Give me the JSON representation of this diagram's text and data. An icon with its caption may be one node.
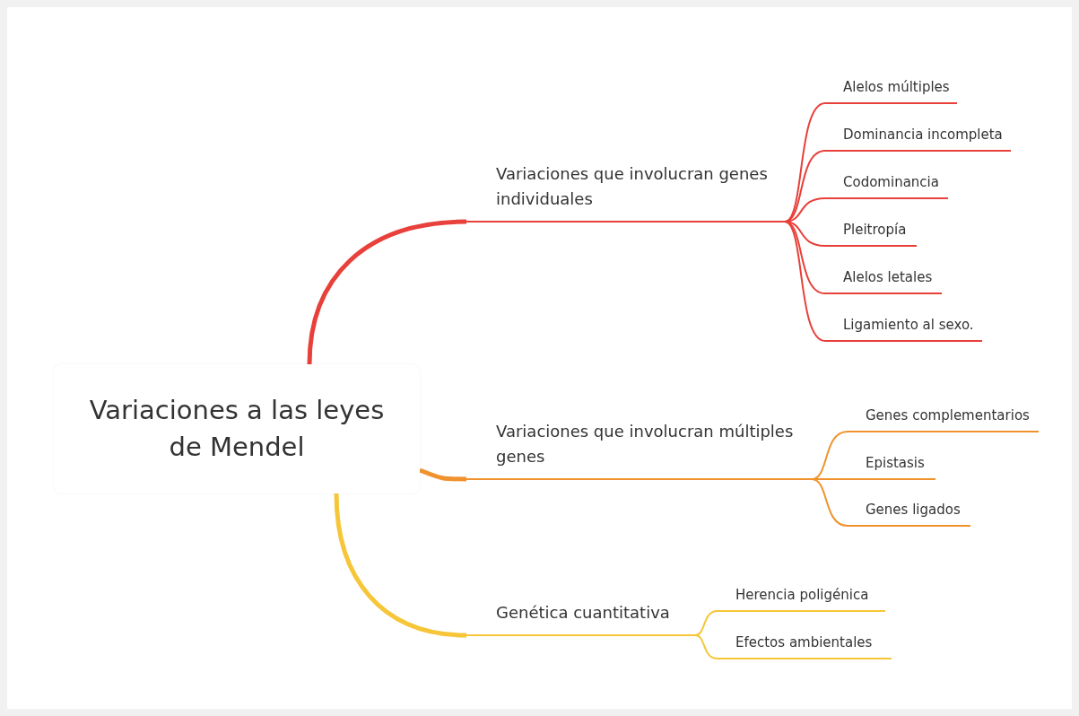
{
  "diagram": {
    "nodes": [
      {
        "text": [
          "Variaciones a las leyes de Mendel"
        ]
      },
      {
        "text": [
          "Variaciones que involucran genes individuales"
        ]
      },
      {
        "text": [
          "Variaciones que involucran múltiples genes"
        ]
      },
      {
        "text": [
          "Genética cuantitativa"
        ]
      },
      {
        "text": [
          "Alelos múltiples"
        ]
      },
      {
        "text": [
          "Dominancia incompleta"
        ]
      },
      {
        "text": [
          "Codominancia"
        ]
      },
      {
        "text": [
          "Pleitropía"
        ]
      },
      {
        "text": [
          "Alelos letales"
        ]
      },
      {
        "text": [
          "Ligamiento al sexo."
        ]
      },
      {
        "text": [
          "Genes complementarios"
        ]
      },
      {
        "text": [
          "Epistasis"
        ]
      },
      {
        "text": [
          "Genes ligados"
        ]
      },
      {
        "text": [
          "Herencia poligénica"
        ]
      },
      {
        "text": [
          "Efectos ambientales"
        ]
      }
    ],
    "edges": [
      {
        "from": 0,
        "to": 1,
        "arrow": "none",
        "style": "thick",
        "color": "#e8403a"
      },
      {
        "from": 0,
        "to": 2,
        "arrow": "none",
        "style": "thick",
        "color": "#f0922e"
      },
      {
        "from": 0,
        "to": 3,
        "arrow": "none",
        "style": "thick",
        "color": "#f6c638"
      },
      {
        "from": 1,
        "to": 4,
        "arrow": "none",
        "color": "#e8403a"
      },
      {
        "from": 1,
        "to": 5,
        "arrow": "none",
        "color": "#e8403a"
      },
      {
        "from": 1,
        "to": 6,
        "arrow": "none",
        "color": "#e8403a"
      },
      {
        "from": 1,
        "to": 7,
        "arrow": "none",
        "color": "#e8403a"
      },
      {
        "from": 1,
        "to": 8,
        "arrow": "none",
        "color": "#e8403a"
      },
      {
        "from": 1,
        "to": 9,
        "arrow": "none",
        "color": "#e8403a"
      },
      {
        "from": 2,
        "to": 10,
        "arrow": "none",
        "color": "#f0922e"
      },
      {
        "from": 2,
        "to": 11,
        "arrow": "none",
        "color": "#f0922e"
      },
      {
        "from": 2,
        "to": 12,
        "arrow": "none",
        "color": "#f0922e"
      },
      {
        "from": 3,
        "to": 13,
        "arrow": "none",
        "color": "#f6c638"
      },
      {
        "from": 3,
        "to": 14,
        "arrow": "none",
        "color": "#f6c638"
      }
    ]
  }
}
